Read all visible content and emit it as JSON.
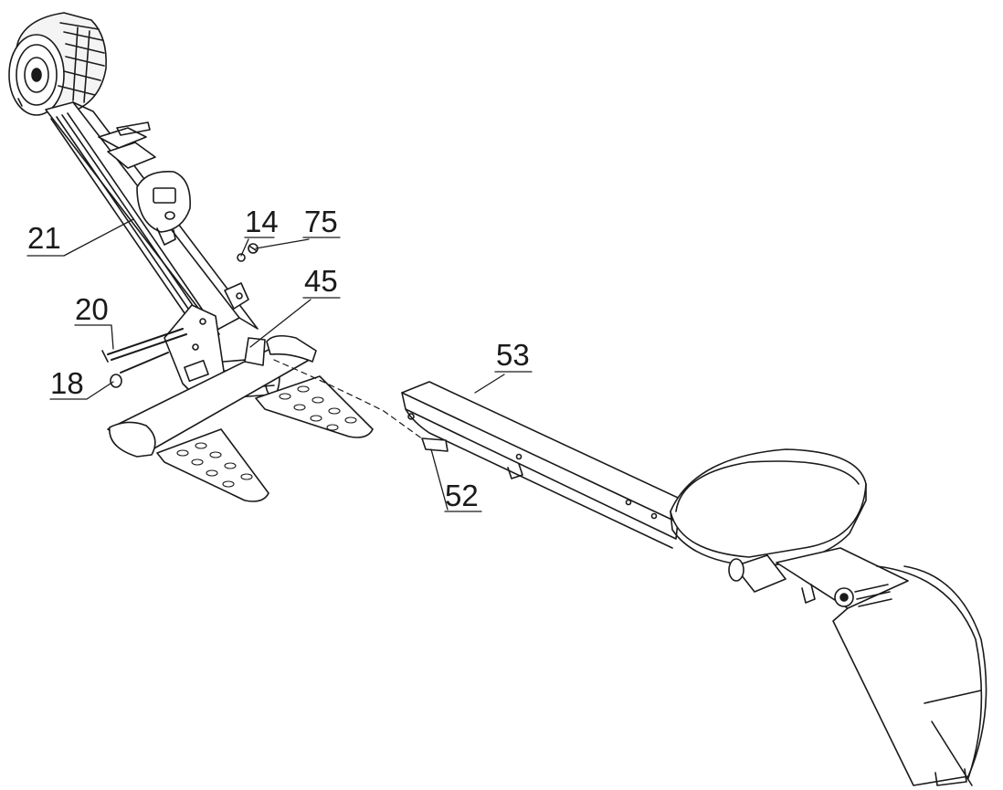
{
  "diagram": {
    "part_labels": {
      "p21": "21",
      "p14": "14",
      "p75": "75",
      "p45": "45",
      "p20": "20",
      "p18": "18",
      "p53": "53",
      "p52": "52"
    },
    "line_color": "#1a1a1a",
    "background": "#ffffff"
  }
}
